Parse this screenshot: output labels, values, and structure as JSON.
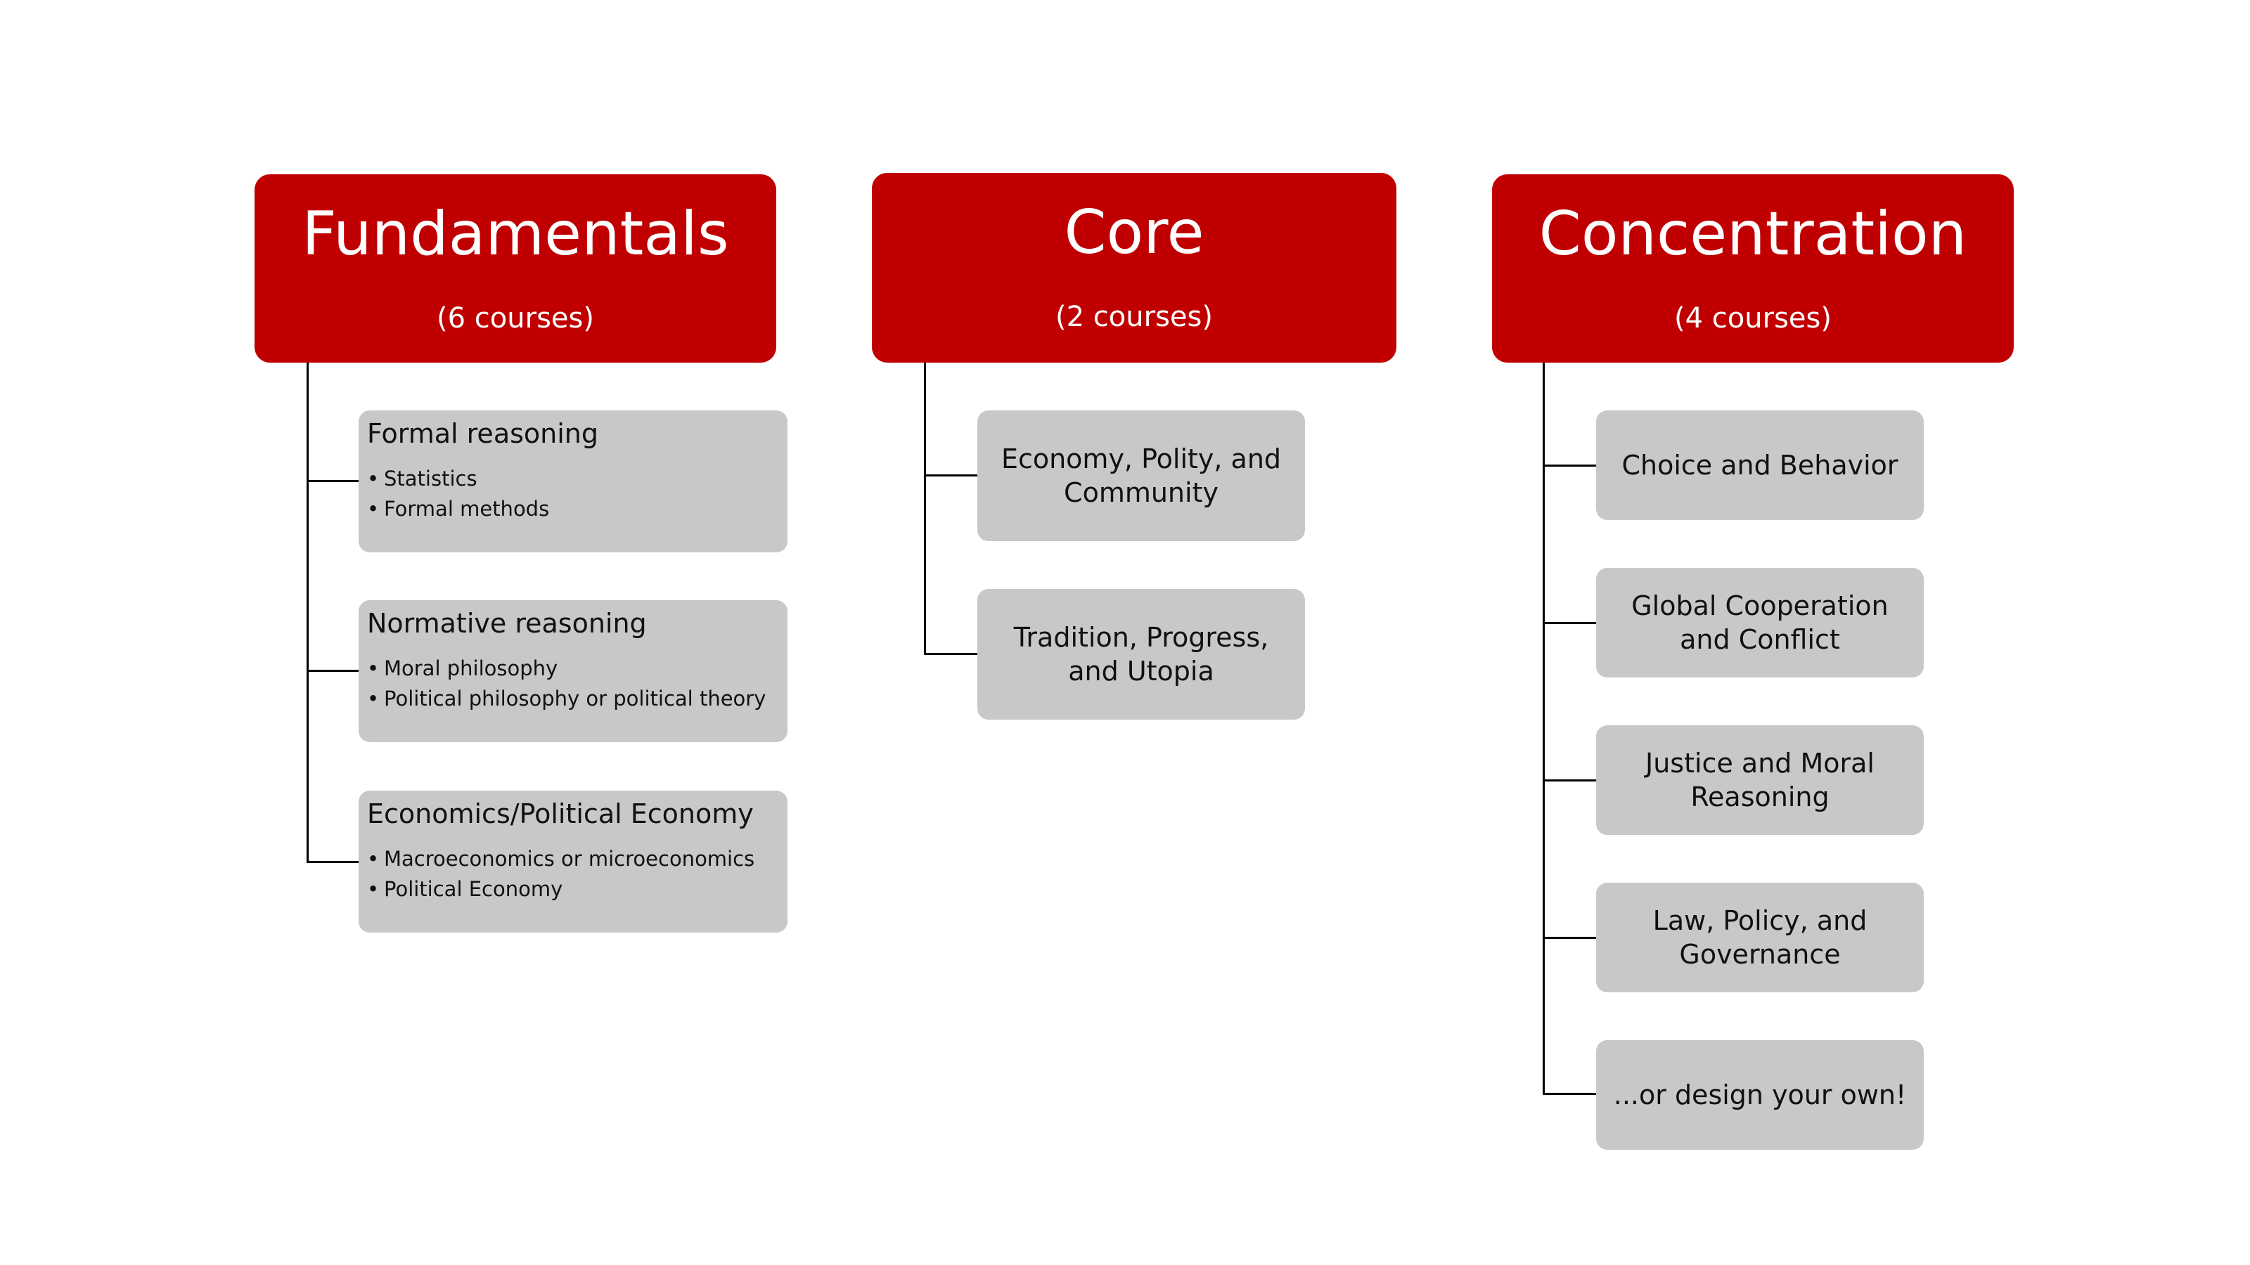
{
  "colors": {
    "header_background": "#c00000",
    "header_text": "#ffffff",
    "box_background": "#c8c8c8",
    "connector": "#000000"
  },
  "columns": [
    {
      "title": "Fundamentals",
      "subtitle": "(6 courses)",
      "items": [
        {
          "title": "Formal reasoning",
          "bullets": [
            "Statistics",
            "Formal methods"
          ]
        },
        {
          "title": "Normative reasoning",
          "bullets": [
            "Moral philosophy",
            "Political philosophy or political theory"
          ]
        },
        {
          "title": "Economics/Political Economy",
          "bullets": [
            "Macroeconomics or microeconomics",
            "Political Economy"
          ]
        }
      ]
    },
    {
      "title": "Core",
      "subtitle": "(2 courses)",
      "items": [
        {
          "title": "Economy, Polity, and Community"
        },
        {
          "title": "Tradition, Progress, and Utopia"
        }
      ]
    },
    {
      "title": "Concentration",
      "subtitle": "(4 courses)",
      "items": [
        {
          "title": "Choice and Behavior"
        },
        {
          "title": "Global Cooperation and Conflict"
        },
        {
          "title": "Justice and Moral Reasoning"
        },
        {
          "title": "Law, Policy, and Governance"
        },
        {
          "title": "...or design your own!"
        }
      ]
    }
  ]
}
